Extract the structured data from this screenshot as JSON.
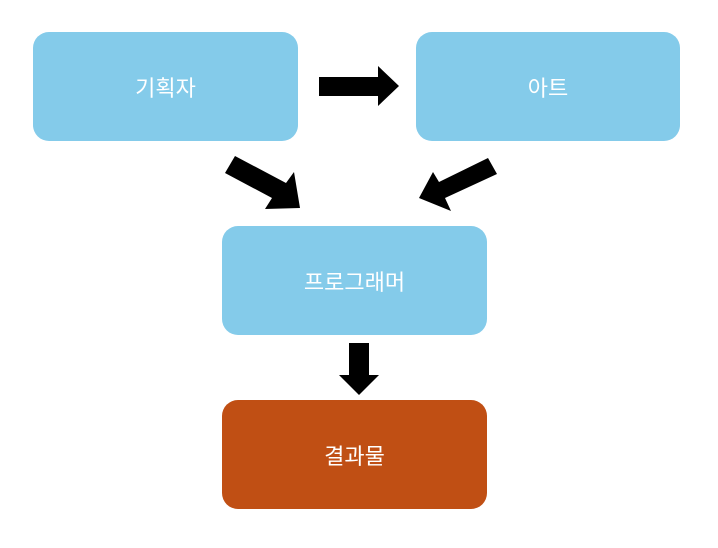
{
  "nodes": {
    "planner": {
      "label": "기획자",
      "color": "#84cbea"
    },
    "art": {
      "label": "아트",
      "color": "#84cbea"
    },
    "programmer": {
      "label": "프로그래머",
      "color": "#84cbea"
    },
    "result": {
      "label": "결과물",
      "color": "#c04f14"
    }
  },
  "arrow_color": "#000000"
}
